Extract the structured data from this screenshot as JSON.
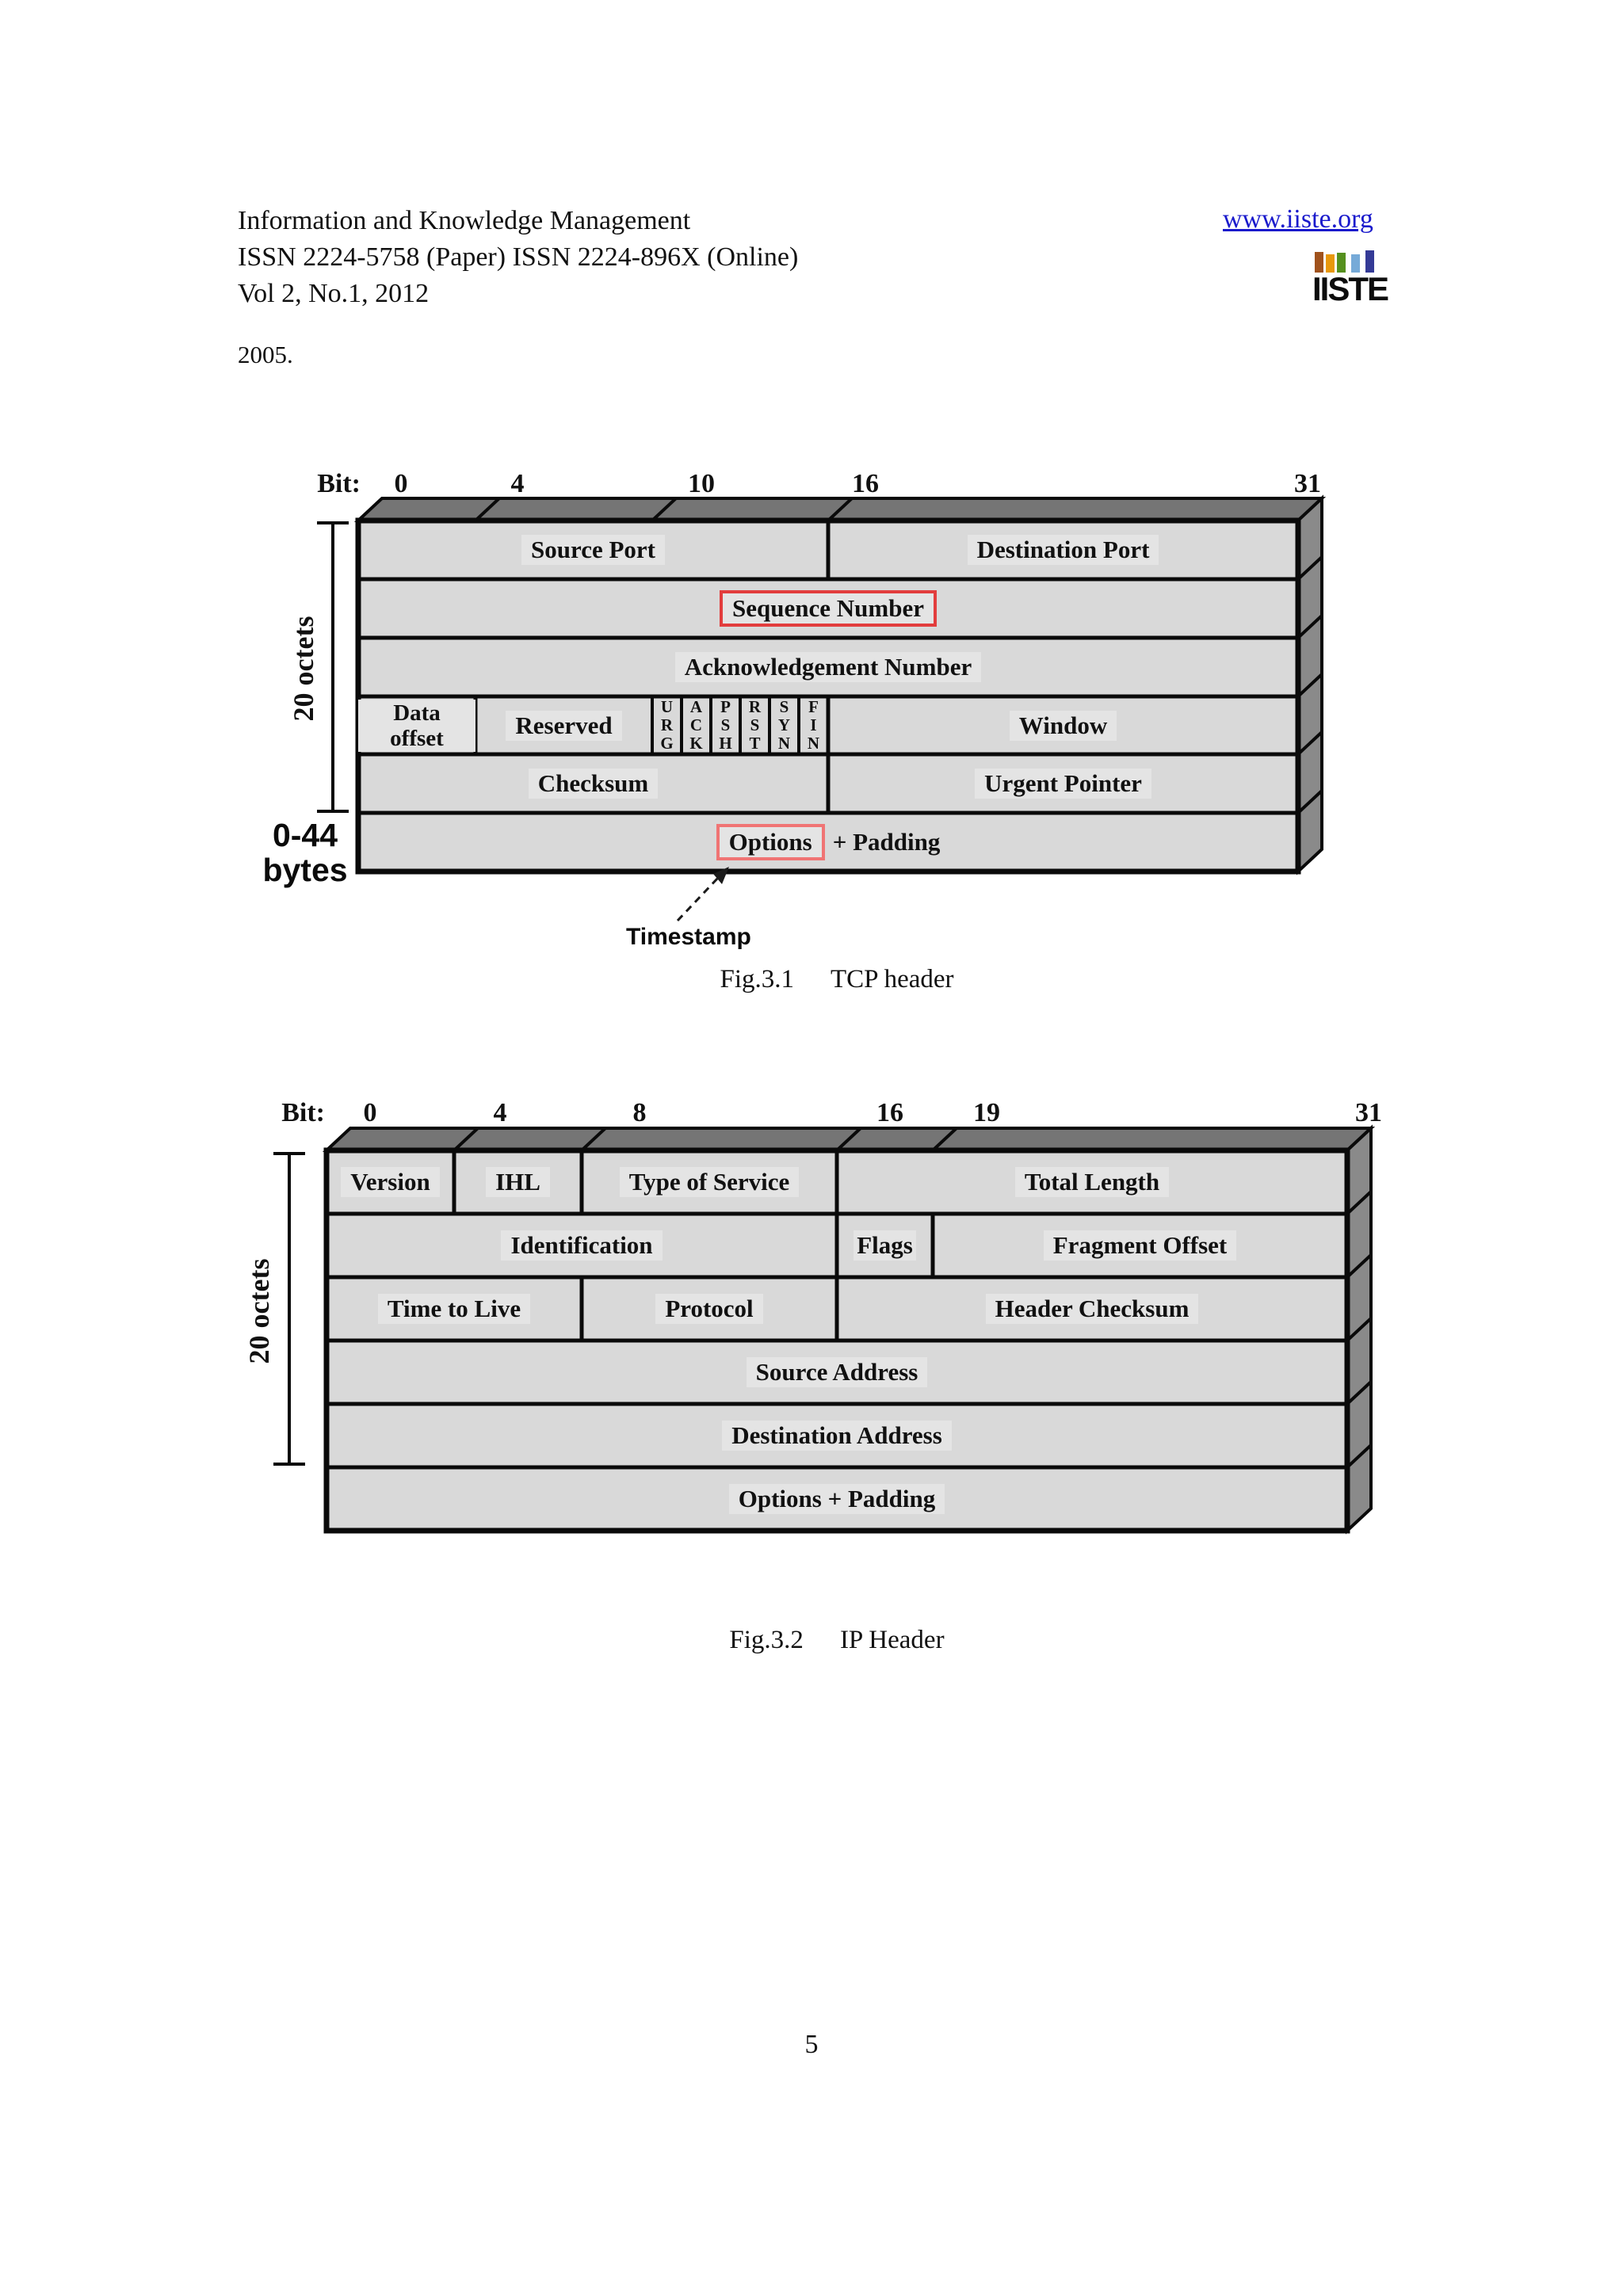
{
  "colors": {
    "link_blue": "#1a1acc",
    "diagram_face_gray": "#d9d9d9",
    "diagram_label_patch": "#e4e4e4",
    "diagram_top_band": "#757575",
    "diagram_side_band": "#8a8a8a",
    "sequence_highlight_red": "#e23d3d",
    "options_highlight_red": "#f07474",
    "logo_bar_colors": [
      "#a0521c",
      "#e8980c",
      "#55901e",
      "#76aad8",
      "#343a96"
    ]
  },
  "header": {
    "journal": "Information and Knowledge Management",
    "issn": "ISSN 2224-5758 (Paper) ISSN 2224-896X (Online)",
    "volume": "Vol 2, No.1, 2012",
    "website": "www.iiste.org",
    "logo_text": "IISTE"
  },
  "body_text": "2005.",
  "tcp_diagram": {
    "bit_prefix": "Bit:",
    "bits": [
      "0",
      "4",
      "10",
      "16",
      "31"
    ],
    "octets_label": "20 octets",
    "size_label": "0-44\nbytes",
    "cells": {
      "source_port": "Source Port",
      "destination_port": "Destination Port",
      "sequence_number": "Sequence Number",
      "acknowledgement_number": "Acknowledgement Number",
      "data_offset": "Data offset",
      "reserved": "Reserved",
      "window": "Window",
      "checksum": "Checksum",
      "urgent_pointer": "Urgent Pointer",
      "options": "Options",
      "padding": "+ Padding"
    },
    "flags": {
      "urg": "U\nR\nG",
      "ack": "A\nC\nK",
      "psh": "P\nS\nH",
      "rst": "R\nS\nT",
      "syn": "S\nY\nN",
      "fin": "F\nI\nN"
    },
    "timestamp_label": "Timestamp",
    "caption_fig": "Fig.3.1",
    "caption_text": "TCP header"
  },
  "ip_diagram": {
    "bit_prefix": "Bit:",
    "bits": [
      "0",
      "4",
      "8",
      "16",
      "19",
      "31"
    ],
    "octets_label": "20 octets",
    "cells": {
      "version": "Version",
      "ihl": "IHL",
      "type_of_service": "Type of Service",
      "total_length": "Total Length",
      "identification": "Identification",
      "flags": "Flags",
      "fragment_offset": "Fragment Offset",
      "time_to_live": "Time to Live",
      "protocol": "Protocol",
      "header_checksum": "Header Checksum",
      "source_address": "Source Address",
      "destination_address": "Destination Address",
      "options_padding": "Options + Padding"
    },
    "caption_fig": "Fig.3.2",
    "caption_text": "IP Header"
  },
  "page_number": "5"
}
